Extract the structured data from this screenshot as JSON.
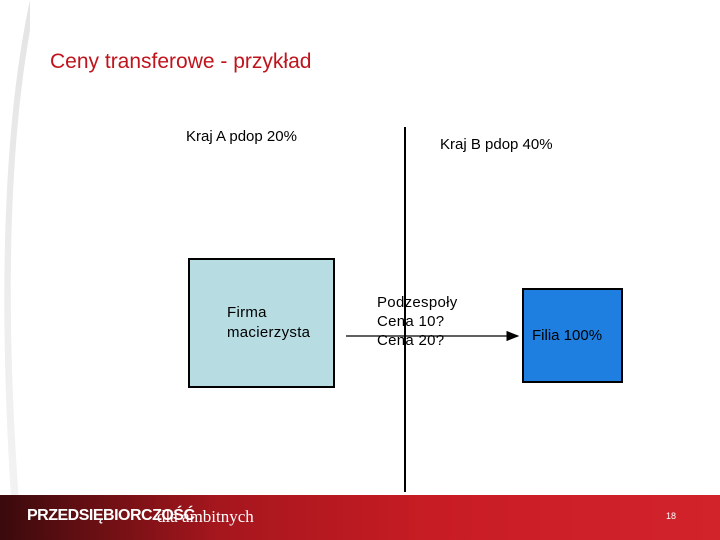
{
  "slide": {
    "title": "Ceny transferowe - przykład",
    "country_a": "Kraj A pdop 20%",
    "country_b": "Kraj B pdop 40%",
    "parent_company": "Firma macierzysta",
    "components_label": "Podzespoły",
    "price_option_1": "Cena 10?",
    "price_option_2": "Cena 20?",
    "subsidiary": "Filia 100%"
  },
  "footer": {
    "brand": "PRZEDSIĘBIORCZOŚĆ",
    "brand_sub": "dla ambitnych",
    "page_number": "18"
  },
  "colors": {
    "title": "#c0141c",
    "parent_box": "#b7dde3",
    "subsidiary_box": "#1e7fe0",
    "footer": "#c81c24"
  }
}
